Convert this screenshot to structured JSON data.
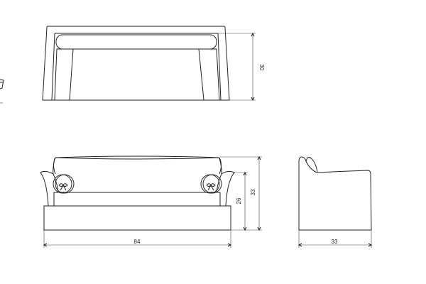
{
  "drawing": {
    "top_view": {
      "depth_label": "30"
    },
    "front_view": {
      "width_label": "84",
      "seat_height_label": "26",
      "height_label": "33"
    },
    "side_view": {
      "depth_label": "33"
    },
    "line_color": "#222222",
    "background_color": "#ffffff"
  }
}
